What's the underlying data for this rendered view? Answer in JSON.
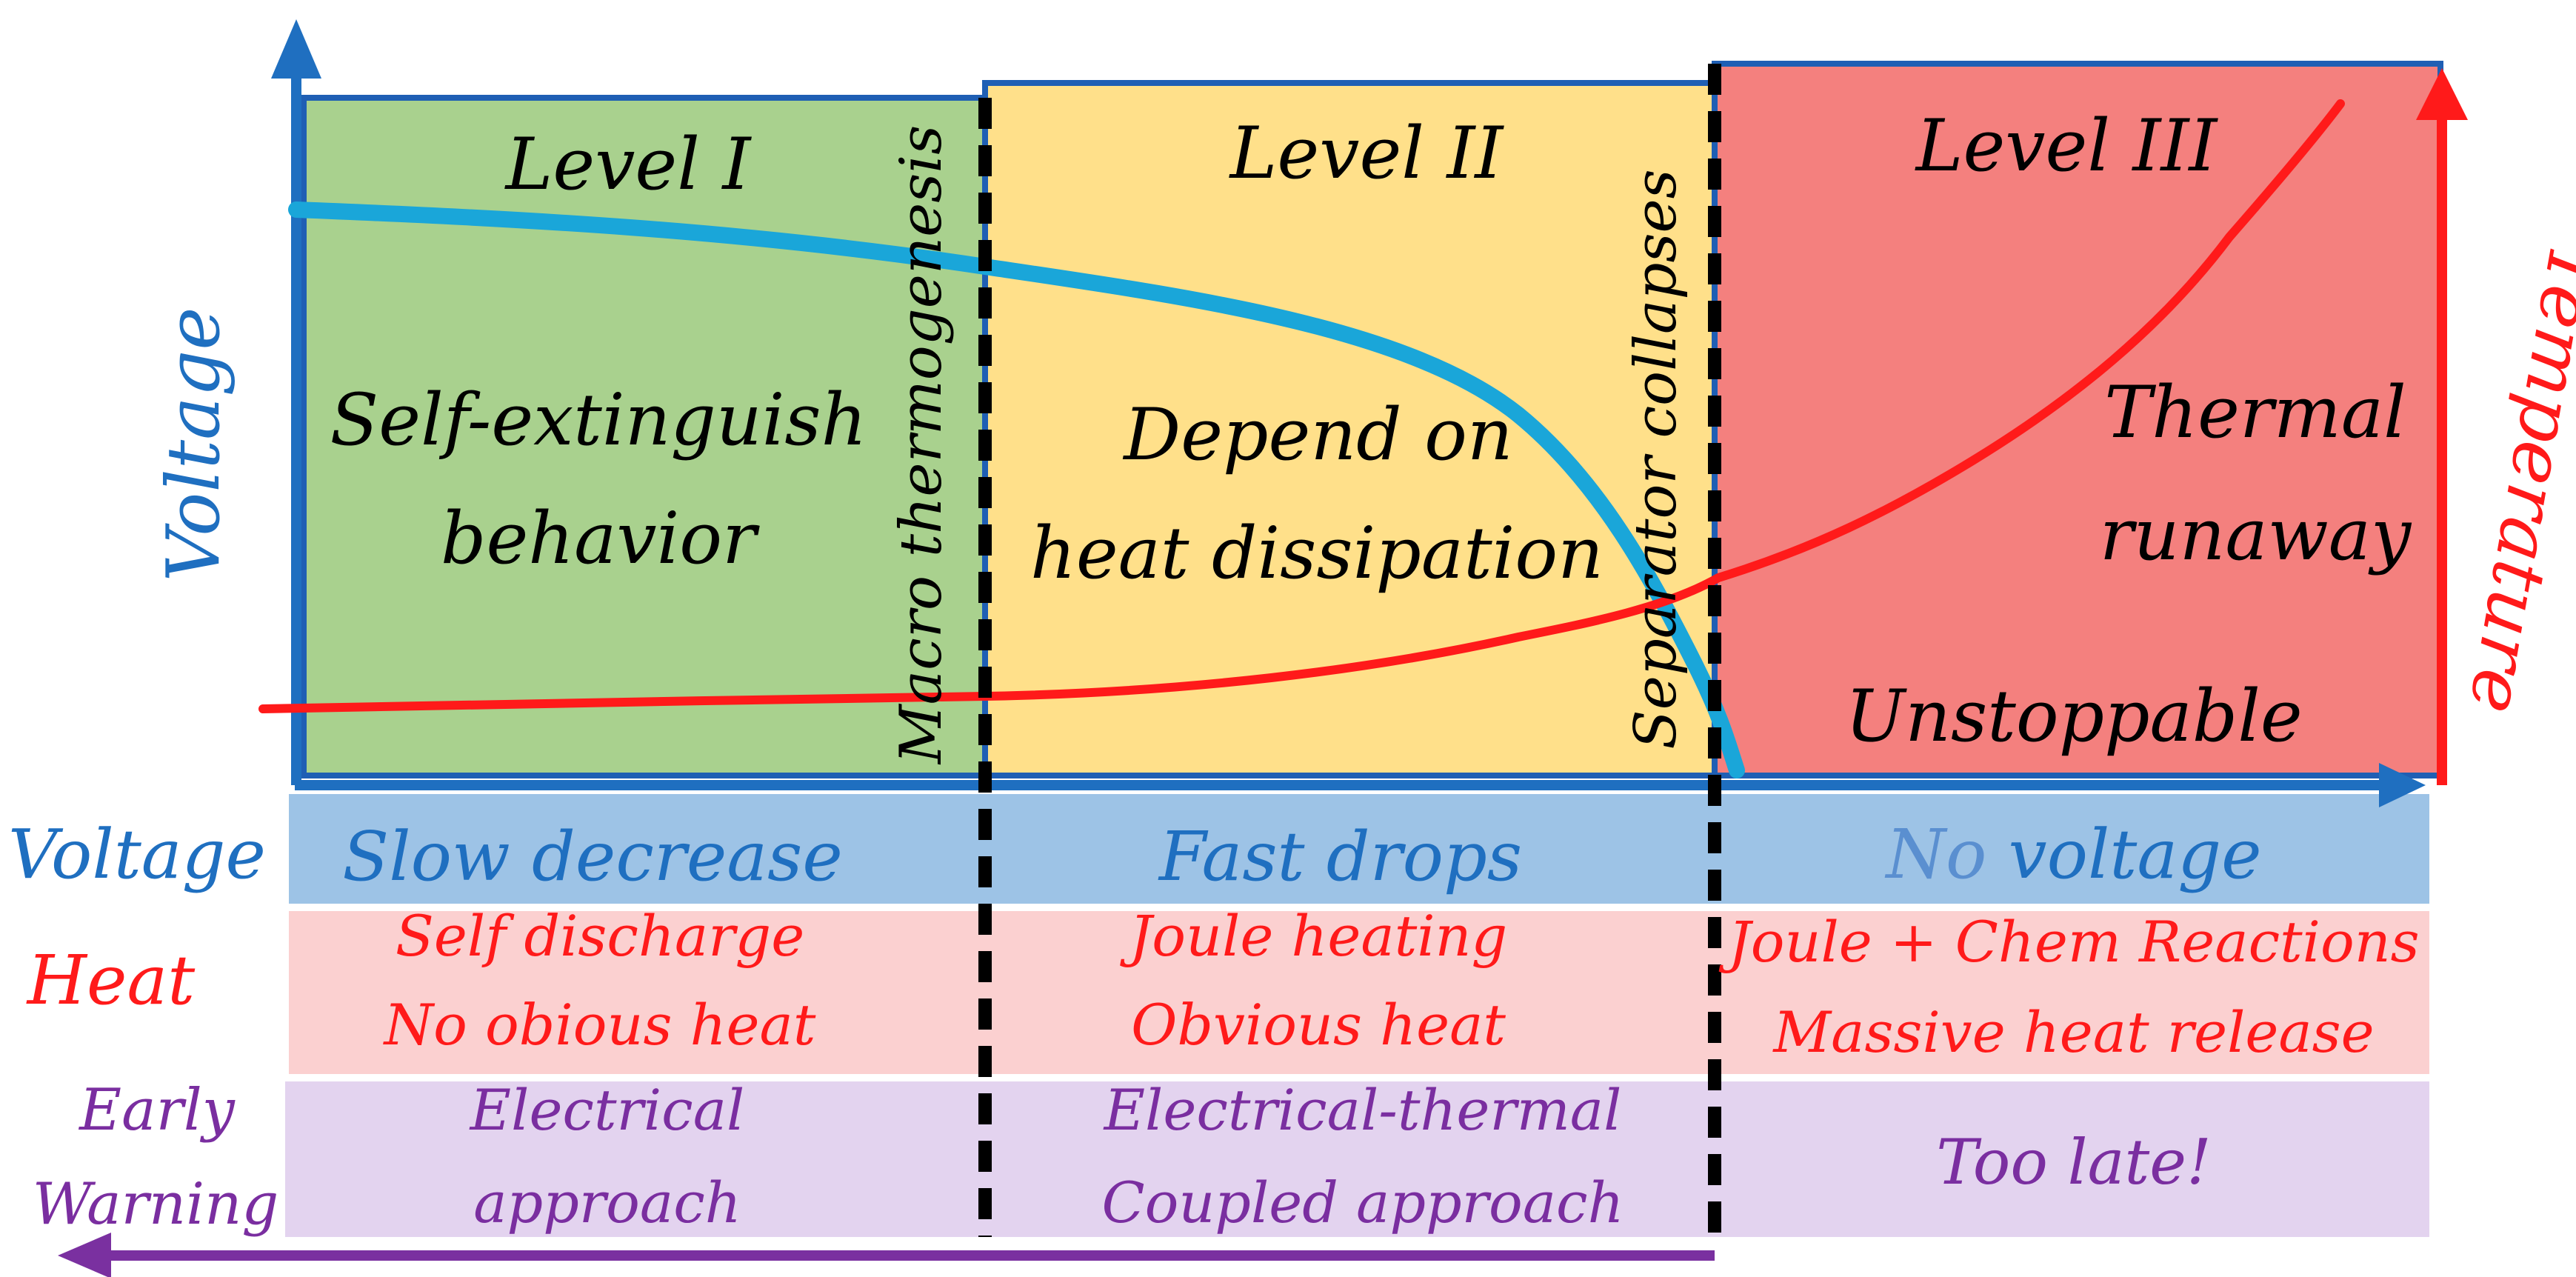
{
  "levels": {
    "level1": {
      "title": "Level I",
      "desc_line1": "Self-extinguish",
      "desc_line2": "behavior"
    },
    "level2": {
      "title": "Level II",
      "desc_line1": "Depend on",
      "desc_line2": "heat dissipation"
    },
    "level3": {
      "title": "Level III",
      "desc_line1": "Thermal",
      "desc_line2": "runaway",
      "desc_line3": "Unstoppable"
    }
  },
  "transitions": {
    "first": "Macro thermogenesis",
    "second": "Separator collapses"
  },
  "axes": {
    "left": "Voltage",
    "right": "Temperature"
  },
  "rows": {
    "voltage": {
      "label": "Voltage",
      "col1": "Slow decrease",
      "col2": "Fast drops",
      "col3_part1": "No",
      "col3_part2": " voltage"
    },
    "heat": {
      "label": "Heat",
      "col1_line1": "Self discharge",
      "col1_line2": "No obious heat",
      "col2_line1": "Joule heating",
      "col2_line2": "Obvious heat",
      "col3_line1": "Joule + Chem Reactions",
      "col3_line2": "Massive heat release"
    },
    "warning": {
      "label_line1": "Early",
      "label_line2": "Warning",
      "col1_line1": "Electrical",
      "col1_line2": "approach",
      "col2_line1": "Electrical-thermal",
      "col2_line2": "Coupled approach",
      "col3": "Too late!"
    }
  },
  "colors": {
    "level1_fill": "#a9d18e",
    "level2_fill": "#ffe08a",
    "level3_fill": "#f4807e",
    "frame_blue": "#1f5fb4",
    "voltage_curve": "#1aa6d9",
    "temperature_curve": "#ff1a1a",
    "voltage_band": "#9dc3e6",
    "heat_band": "#fbd0d0",
    "warning_band": "#e3d3ef",
    "voltage_text": "#1f6fc0",
    "heat_text": "#ff1a1a",
    "warning_text": "#7a2ea0",
    "arrow_purple": "#7a30a0"
  }
}
